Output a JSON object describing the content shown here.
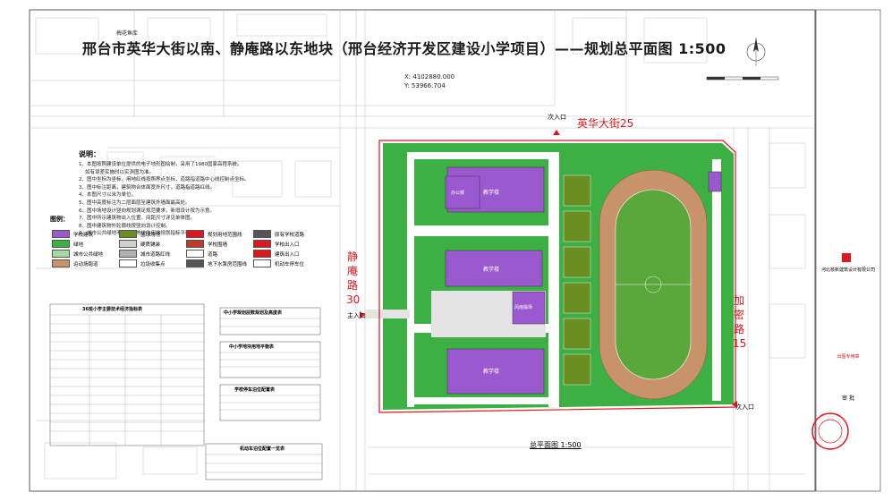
{
  "title": "邢台市英华大街以南、静庵路以东地块（邢台经济开发区建设小学项目）——规划总平面图 1:500",
  "coordinates": {
    "x": "X: 4102880.000",
    "y": "Y: 53966.704"
  },
  "roads": {
    "north_name": "英华大街25",
    "west_name": [
      "静",
      "庵",
      "路",
      "30"
    ],
    "east_name": [
      "加",
      "密",
      "路",
      "15"
    ],
    "top_left_label": "梅花鱼库"
  },
  "entrances": {
    "north": "次入口",
    "west": "主入口",
    "east": "次入口"
  },
  "plan_label": "总平面图 1:500",
  "notes": {
    "heading": "说明：",
    "items": [
      "1、本图按照建设单位提供的电子地形图绘制，采用了1980国家高程系统。",
      "    如有误差实施时以实测图为准。",
      "2、图中坐标为坐标，用地红线按照界点坐标，道路指道路中心线控制点坐标。",
      "3、图中标注距离，建筑物合体面宽外尺寸，道路指道路红线。",
      "4、本图尺寸以米为单位。",
      "5、图中高度标注为二层面层至建筑外墙面最高处。",
      "6、图中场地设计竖向规划满足规范要求，新增设计按为示意。",
      "7、图中所示建筑物出入位置、间距尺寸详见单体图。",
      "8、图中建筑物外轮廓线按竖向设计控制。",
      "9、城市公共绿地不参与该地块内用地规划指标平衡。"
    ]
  },
  "legend": {
    "heading": "图例：",
    "items": [
      {
        "label": "学校建筑",
        "color": "#9b59d0"
      },
      {
        "label": "篮球场地",
        "color": "#6b8e23"
      },
      {
        "label": "规划用地范围线",
        "color": "#e0161f"
      },
      {
        "label": "原有学校道路",
        "color": "#555555"
      },
      {
        "label": "绿地",
        "color": "#3cb043"
      },
      {
        "label": "硬质铺装",
        "color": "#cfcfcf"
      },
      {
        "label": "学校围墙",
        "color": "#c0392b"
      },
      {
        "label": "学校出入口",
        "color": "#e0161f"
      },
      {
        "label": "城市公共绿地",
        "color": "#a8d8a0"
      },
      {
        "label": "城市道路红线",
        "color": "#b0b0b0"
      },
      {
        "label": "道路",
        "color": "#ffffff"
      },
      {
        "label": "建筑出入口",
        "color": "#e0161f"
      },
      {
        "label": "运动场跑道",
        "color": "#c8926a"
      },
      {
        "label": "垃圾收集点",
        "color": "#ffffff"
      },
      {
        "label": "地下水泵房范围线",
        "color": "#555555"
      },
      {
        "label": "机动车停车位",
        "color": "#ffffff"
      }
    ]
  },
  "tables": {
    "econ_title": "36班小学主要技术经济指标表",
    "height_title": "中小学规划层数规划及高度表",
    "area_title": "中小学地块用地平衡表",
    "parking_title": "学校停车泊位配置表",
    "green_title": "机动车泊位配置一览表"
  },
  "buildings": {
    "north_block": "教学楼",
    "west_annex": "办公楼",
    "middle_block": "教学楼",
    "south_block": "教学楼",
    "gym": "风雨操场"
  },
  "title_block": {
    "company": "河北核新建筑设计有限公司",
    "stamp": "出图专用章",
    "sign": "审 批"
  },
  "colors": {
    "boundary": "#e0161f",
    "building": "#9b59d0",
    "green": "#3cb043",
    "track": "#c8926a",
    "field": "#5aa73b",
    "paving": "#e4e4e4"
  }
}
